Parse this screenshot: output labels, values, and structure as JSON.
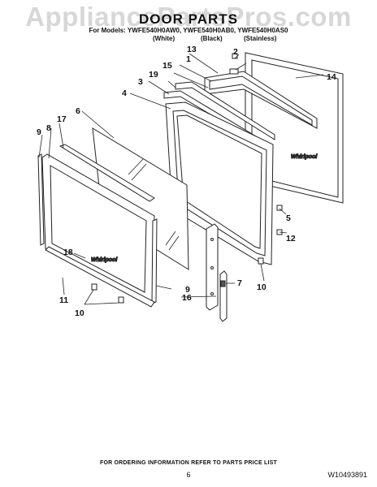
{
  "watermark": "AppliancePartsPros.com",
  "header": {
    "title": "DOOR PARTS",
    "models_line": "For Models: YWFE540H0AW0, YWFE540H0AB0, YWFE540H0AS0",
    "variants": [
      "(White)",
      "(Black)",
      "(Stainless)"
    ]
  },
  "callouts": [
    "1",
    "2",
    "3",
    "4",
    "5",
    "6",
    "7",
    "8",
    "9",
    "9",
    "10",
    "10",
    "11",
    "12",
    "13",
    "14",
    "15",
    "16",
    "17",
    "18",
    "19"
  ],
  "footer": {
    "ordering_note": "FOR ORDERING INFORMATION REFER TO PARTS PRICE LIST",
    "page_number": "6",
    "document_number": "W10493891"
  }
}
